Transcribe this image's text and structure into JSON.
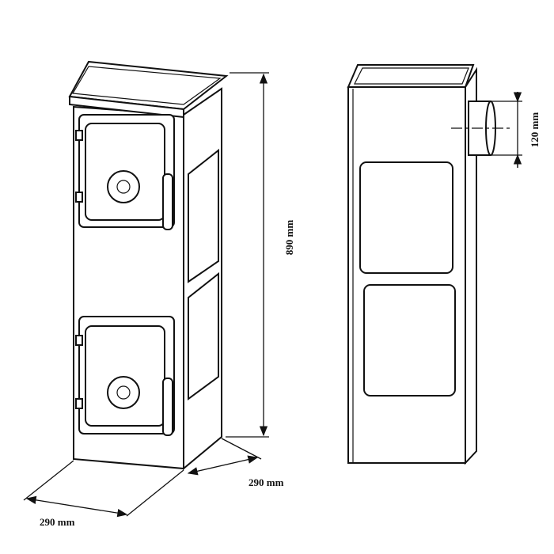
{
  "dimensions": {
    "height": "890 mm",
    "width": "290 mm",
    "depth": "290 mm",
    "flue_diameter": "120 mm"
  }
}
